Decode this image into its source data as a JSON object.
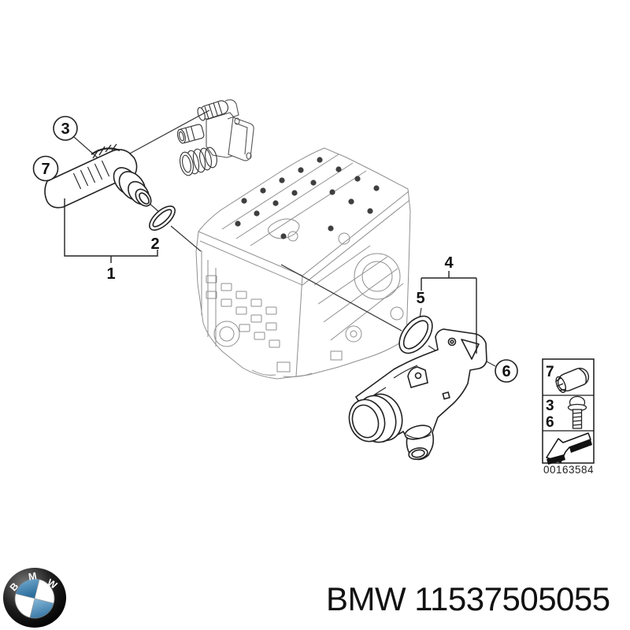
{
  "callouts": {
    "n1": "1",
    "n2": "2",
    "n3": "3",
    "n4": "4",
    "n5": "5",
    "n6": "6",
    "n7": "7"
  },
  "legend": {
    "row1_number": "7",
    "row2_number_top": "3",
    "row2_number_bottom": "6",
    "icons": {
      "row1": "hose-clamp-icon",
      "row2": "bolt-icon",
      "row3": "removal-direction-arrow-icon"
    },
    "image_number": "00163584"
  },
  "logo": {
    "b": "B",
    "m": "M",
    "w": "W"
  },
  "footer": {
    "text": "BMW 11537505055"
  },
  "colors": {
    "part_line": "#222222",
    "engine_line": "#8f8f8f",
    "bmw_blue": "#2e6f9e",
    "background": "#ffffff"
  }
}
